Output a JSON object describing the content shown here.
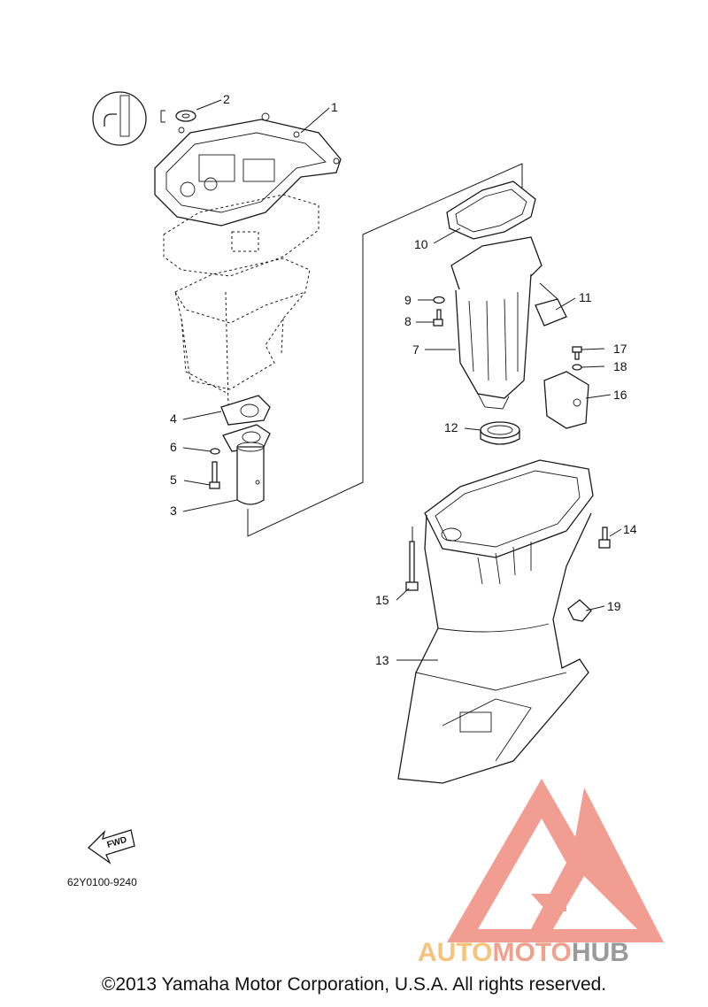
{
  "diagram": {
    "callouts": [
      "1",
      "2",
      "3",
      "4",
      "5",
      "6",
      "7",
      "8",
      "9",
      "10",
      "11",
      "12",
      "13",
      "14",
      "15",
      "16",
      "17",
      "18",
      "19"
    ],
    "reference_code": "62Y0100-9240",
    "fwd_label": "FWD",
    "copyright": "©2013 Yamaha Motor Corporation, U.S.A. All rights reserved."
  },
  "watermark": {
    "part1": "AUTO",
    "part2": "MOTO",
    "part3": "HUB",
    "colors": {
      "auto": "#f5c37a",
      "moto": "#f2a08e",
      "hub": "#9a9a9a",
      "logo": "#f08c80"
    }
  }
}
